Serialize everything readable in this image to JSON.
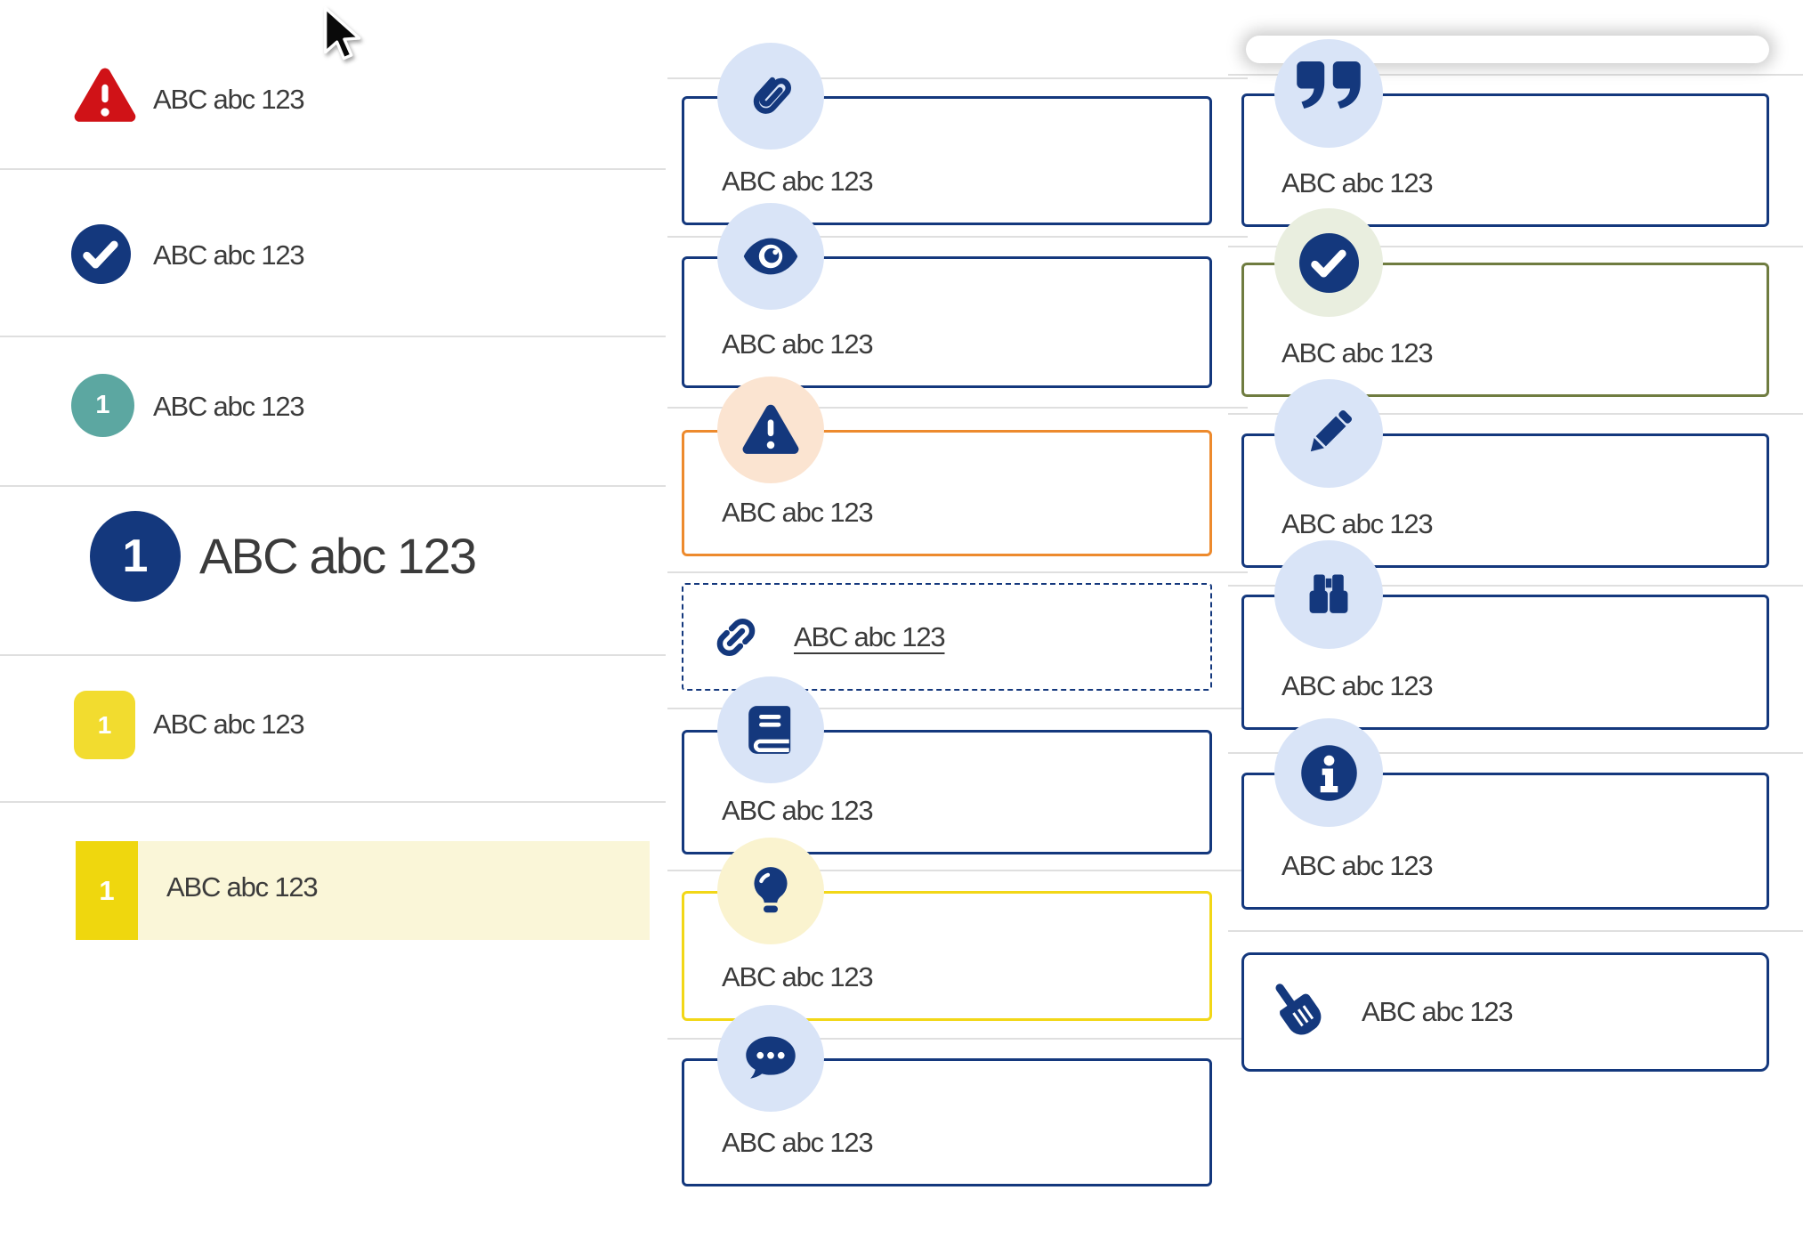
{
  "theme": {
    "colors": {
      "page-bg": "#ffffff",
      "navy": "#14387d",
      "red": "#d01217",
      "teal": "#5ca7a1",
      "yellow-badge": "#f2dc2f",
      "yellow-block": "#efd70e",
      "highlight-bg": "#faf6d8",
      "orange": "#ed8a2d",
      "olive": "#6f7c40",
      "yellow-border": "#f2d717",
      "circle-blue": "#d9e4f7",
      "circle-peach": "#fbe4d1",
      "circle-pale-yellow": "#faf3cf",
      "circle-pale-green": "#e9eedf",
      "divider": "#dfdfdf",
      "text": "#3b3b3b"
    }
  },
  "left_list": {
    "items": [
      {
        "icon": "warning-triangle-icon",
        "label": "ABC abc 123"
      },
      {
        "icon": "check-circle-icon",
        "label": "ABC abc 123"
      },
      {
        "icon": "number-circle-teal",
        "badge": "1",
        "label": "ABC abc 123"
      },
      {
        "icon": "number-circle-navy-large",
        "badge": "1",
        "label": "ABC abc 123"
      },
      {
        "icon": "number-square-yellow",
        "badge": "1",
        "label": "ABC abc 123"
      },
      {
        "icon": "number-square-yellow-highlight",
        "badge": "1",
        "label": "ABC abc 123",
        "highlighted": true
      }
    ]
  },
  "middle_callouts": {
    "boxes": [
      {
        "icon": "paperclip-icon",
        "label": "ABC abc 123",
        "variant": "default"
      },
      {
        "icon": "eye-icon",
        "label": "ABC abc 123",
        "variant": "default"
      },
      {
        "icon": "warning-triangle-icon",
        "label": "ABC abc 123",
        "variant": "warning-orange"
      },
      {
        "icon": "link-icon",
        "label": "ABC abc 123",
        "variant": "link-dashed"
      },
      {
        "icon": "book-icon",
        "label": "ABC abc 123",
        "variant": "default"
      },
      {
        "icon": "lightbulb-icon",
        "label": "ABC abc 123",
        "variant": "tip-yellow"
      },
      {
        "icon": "chat-bubble-icon",
        "label": "ABC abc 123",
        "variant": "default"
      }
    ]
  },
  "right_callouts": {
    "boxes": [
      {
        "icon": "quote-icon",
        "label": "ABC abc 123",
        "variant": "default"
      },
      {
        "icon": "check-circle-icon",
        "label": "ABC abc 123",
        "variant": "success-olive"
      },
      {
        "icon": "pencil-icon",
        "label": "ABC abc 123",
        "variant": "default"
      },
      {
        "icon": "binoculars-icon",
        "label": "ABC abc 123",
        "variant": "default"
      },
      {
        "icon": "info-icon",
        "label": "ABC abc 123",
        "variant": "default"
      },
      {
        "icon": "hand-pointer-icon",
        "label": "ABC abc 123",
        "variant": "action-inline"
      }
    ]
  }
}
